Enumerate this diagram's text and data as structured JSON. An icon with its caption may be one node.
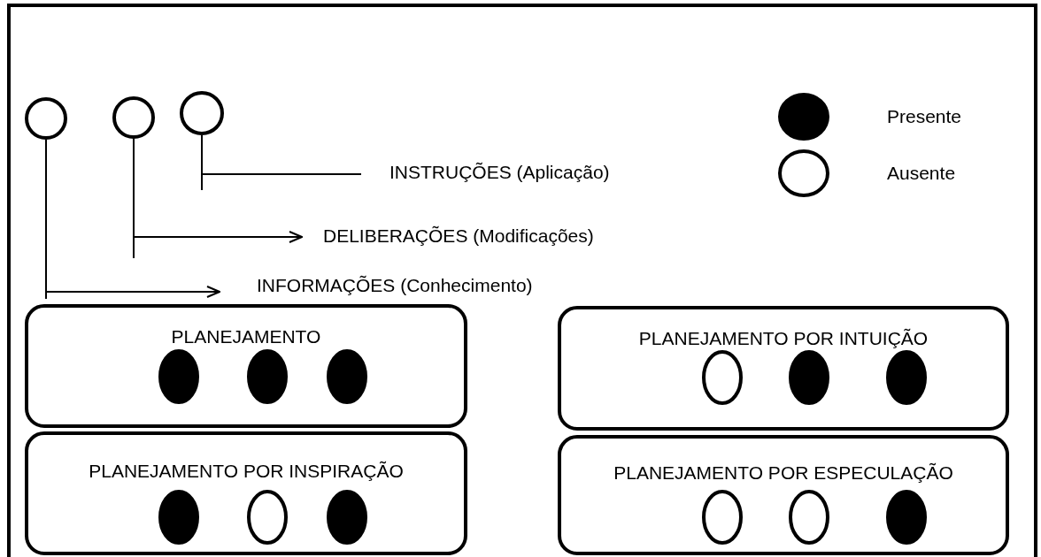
{
  "diagram": {
    "nodes": [
      {
        "text": [],
        "shape": "circle"
      },
      {
        "text": [],
        "shape": "circle"
      },
      {
        "text": [],
        "shape": "circle"
      },
      {
        "text": [
          "INSTRUÇÕES (Aplicação)"
        ]
      },
      {
        "text": [
          "DELIBERAÇÕES (Modificações)"
        ]
      },
      {
        "text": [
          "INFORMAÇÕES (Conhecimento)"
        ]
      },
      {
        "text": [
          "PLANEJAMENTO"
        ]
      },
      {
        "text": [],
        "shape": "dot",
        "in": 6
      },
      {
        "text": [],
        "shape": "dot",
        "in": 6
      },
      {
        "text": [],
        "shape": "dot",
        "in": 6
      },
      {
        "text": [
          "PLANEJAMENTO POR INTUIÇÃO"
        ]
      },
      {
        "text": [],
        "shape": "circle",
        "in": 10
      },
      {
        "text": [],
        "shape": "dot",
        "in": 10
      },
      {
        "text": [],
        "shape": "dot",
        "in": 10
      },
      {
        "text": [
          "PLANEJAMENTO POR INSPIRAÇÃO"
        ]
      },
      {
        "text": [],
        "shape": "dot",
        "in": 14
      },
      {
        "text": [],
        "shape": "circle",
        "in": 14
      },
      {
        "text": [],
        "shape": "dot",
        "in": 14
      },
      {
        "text": [
          "PLANEJAMENTO POR ESPECULAÇÃO"
        ]
      },
      {
        "text": [],
        "shape": "circle",
        "in": 18
      },
      {
        "text": [],
        "shape": "circle",
        "in": 18
      },
      {
        "text": [],
        "shape": "dot",
        "in": 18
      }
    ],
    "edges": [
      {
        "from": 2,
        "to": 3,
        "arrow": "none"
      },
      {
        "from": 1,
        "to": 4,
        "arrow": "to"
      },
      {
        "from": 0,
        "to": 5,
        "arrow": "to"
      }
    ],
    "legend": [
      {
        "text": "Presente"
      },
      {
        "text": "Ausente"
      }
    ]
  }
}
